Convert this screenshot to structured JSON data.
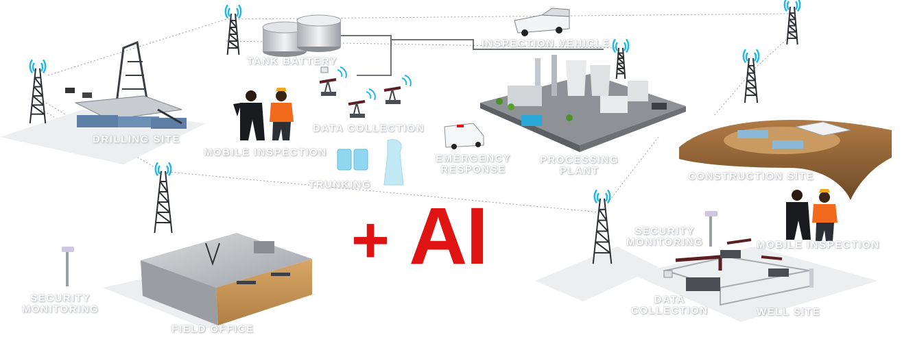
{
  "headline": {
    "plus": "+",
    "ai": "AI"
  },
  "labels": {
    "tank_battery": "TANK BATTERY",
    "inspection_vehicle": "INSPECTION VEHICLE",
    "drilling_site": "DRILLING SITE",
    "mobile_inspection_left": "MOBILE INSPECTION",
    "data_collection_top": "DATA COLLECTION",
    "emergency_response_line1": "EMERGENCY",
    "emergency_response_line2": "RESPONSE",
    "processing_plant_line1": "PROCESSING",
    "processing_plant_line2": "PLANT",
    "trunking": "TRUNKING",
    "construction_site": "CONSTRUCTION SITE",
    "security_monitoring_right_line1": "SECURITY",
    "security_monitoring_right_line2": "MONITORING",
    "mobile_inspection_right": "MOBILE INSPECTION",
    "security_monitoring_left_line1": "SECURITY",
    "security_monitoring_left_line2": "MONITORING",
    "data_collection_bottom_line1": "DATA",
    "data_collection_bottom_line2": "COLLECTION",
    "well_site": "WELL SITE",
    "field_office": "FIELD OFFICE"
  },
  "colors": {
    "accent_red": "#e01313",
    "tower": "#2b2e33",
    "signal": "#21b8e8",
    "network_line": "#9aa0a6"
  }
}
